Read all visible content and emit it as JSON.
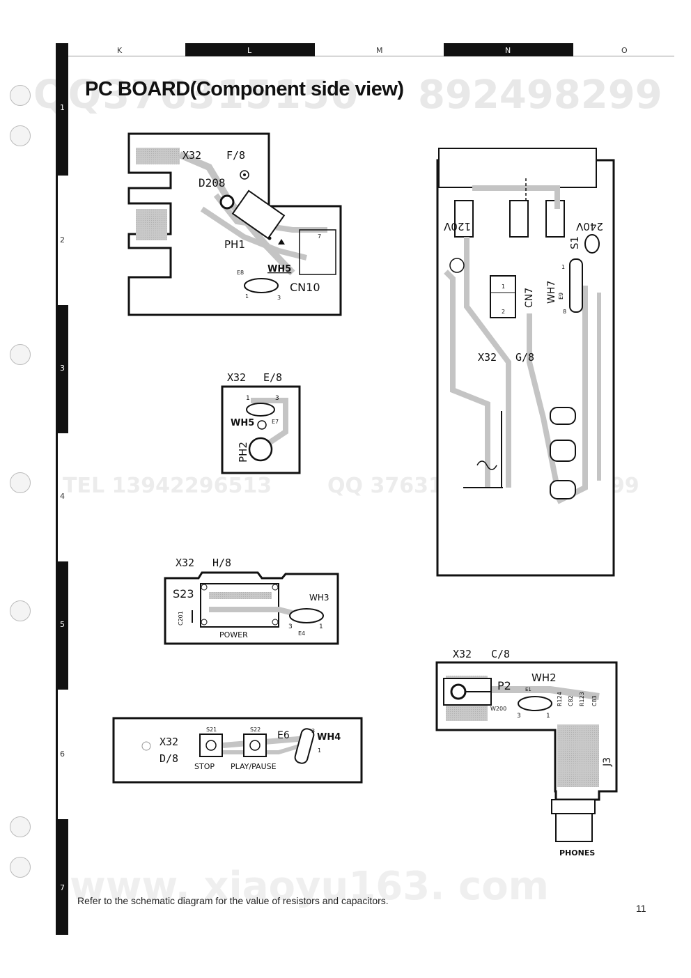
{
  "header": {
    "zones": [
      "K",
      "L",
      "M",
      "N",
      "O"
    ],
    "rows": [
      "1",
      "2",
      "3",
      "4",
      "5",
      "6",
      "7"
    ]
  },
  "title": "PC BOARD(Component side view)",
  "footer": {
    "note": "Refer to the schematic diagram for the value of resistors and capacitors.",
    "page_number": "11"
  },
  "watermarks": {
    "top_left": "QQ376315150",
    "top_right": "892498299",
    "mid_left": "TEL 13942296513",
    "mid_right": "QQ 376315150 892498299",
    "bottom": "www. xiaoyu163. com"
  },
  "boards": {
    "f8": {
      "ref": "X32",
      "sheet": "F/8",
      "labels": {
        "d208": "D208",
        "ph1": "PH1",
        "wh5": "WH5",
        "cn10": "CN10",
        "e8": "E8",
        "pin1": "1",
        "pin3": "3",
        "pin7": "7"
      }
    },
    "g8": {
      "ref": "X32",
      "sheet": "G/8",
      "labels": {
        "v120": "120V",
        "v240": "240V",
        "s1": "S1",
        "cn7": "CN7",
        "wh7": "WH7",
        "e9": "E9",
        "pin1": "1",
        "pin2": "2",
        "pin1b": "1",
        "pin8": "8"
      }
    },
    "e8": {
      "ref": "X32",
      "sheet": "E/8",
      "labels": {
        "wh5": "WH5",
        "ph2": "PH2",
        "e7": "E7",
        "pin1": "1",
        "pin3": "3"
      }
    },
    "h8": {
      "ref": "X32",
      "sheet": "H/8",
      "labels": {
        "s23": "S23",
        "wh3": "WH3",
        "c201": "C201",
        "power": "POWER",
        "e4": "E4",
        "pin3": "3",
        "pin1": "1"
      }
    },
    "c8": {
      "ref": "X32",
      "sheet": "C/8",
      "labels": {
        "p2": "P2",
        "wh2": "WH2",
        "e1": "E1",
        "w200": "W200",
        "r124": "R124",
        "c82": "C82",
        "r123": "R123",
        "c83": "C83",
        "j3": "J3",
        "phones": "PHONES",
        "pin3": "3",
        "pin1": "1"
      }
    },
    "d8": {
      "ref": "X32",
      "sheet": "D/8",
      "labels": {
        "s21": "S21",
        "s22": "S22",
        "e6": "E6",
        "wh4": "WH4",
        "stop": "STOP",
        "play_pause": "PLAY/PAUSE",
        "pin3": "3",
        "pin1": "1"
      }
    }
  }
}
